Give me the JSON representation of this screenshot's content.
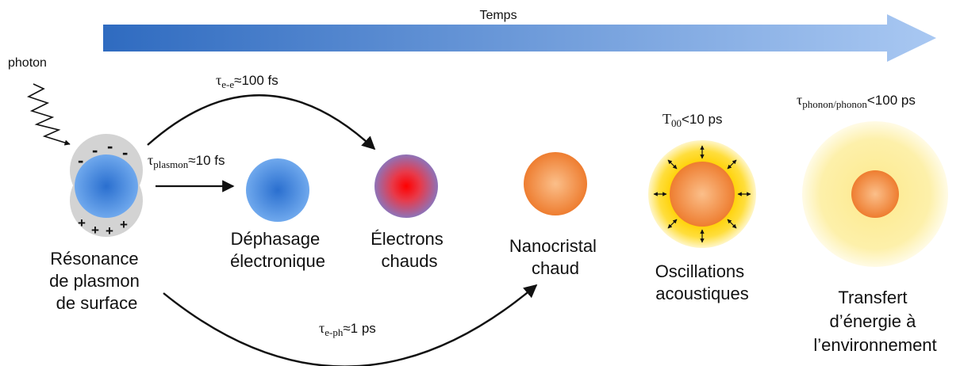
{
  "timeline": {
    "label": "Temps"
  },
  "photon": {
    "label": "photon"
  },
  "stages": [
    {
      "label_lines": [
        "Résonance",
        "de plasmon",
        "de surface"
      ]
    },
    {
      "label_lines": [
        "Déphasage",
        "électronique"
      ]
    },
    {
      "label_lines": [
        "Électrons",
        "chauds"
      ]
    },
    {
      "label_lines": [
        "Nanocristal",
        "chaud"
      ]
    },
    {
      "label_lines": [
        "Oscillations",
        "acoustiques"
      ]
    },
    {
      "label_lines": [
        "Transfert",
        "d’énergie à",
        "l’environnement"
      ]
    }
  ],
  "charges": {
    "minus": "-",
    "plus": "+"
  },
  "timescales": {
    "plasmon": {
      "symbol": "τ",
      "sub": "plasmon",
      "value": "≈10 fs"
    },
    "ee": {
      "symbol": "τ",
      "sub": "e-e",
      "value": "≈100 fs"
    },
    "eph": {
      "symbol": "τ",
      "sub": "e-ph",
      "value": "≈1 ps"
    },
    "t00": {
      "symbol": "T",
      "sub": "00",
      "value": "<10 ps"
    },
    "phonon": {
      "symbol": "τ",
      "sub": "phonon/phonon",
      "value": "<100 ps"
    }
  },
  "colors": {
    "arrow_start": "#2f6bc0",
    "arrow_end": "#a9c8f2",
    "blue_sphere": "#3f86da",
    "hot_core": "#ff1a1a",
    "orange": "#f28a3e",
    "glow_yellow": "#ffd200",
    "halo_gray": "#d4d4d4"
  }
}
